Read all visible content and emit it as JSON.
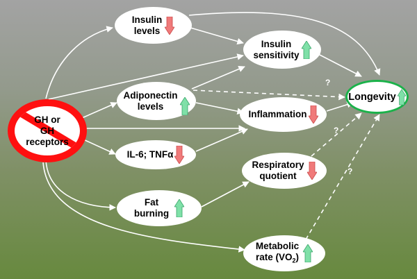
{
  "nodes": {
    "gh": {
      "label_line1": "GH or",
      "label_line2": "GH",
      "label_line3": "receptors"
    },
    "insulin_levels": {
      "line1": "Insulin",
      "line2": "levels",
      "direction": "down"
    },
    "insulin_sensitivity": {
      "line1": "Insulin",
      "line2": "sensitivity",
      "direction": "up"
    },
    "adiponectin": {
      "line1": "Adiponectin",
      "line2": "levels",
      "direction": "up"
    },
    "inflammation": {
      "line1": "Inflammation",
      "direction": "down"
    },
    "il6": {
      "line1": "IL-6; TNFα",
      "direction": "down"
    },
    "respiratory": {
      "line1": "Respiratory",
      "line2": "quotient",
      "direction": "down"
    },
    "fat": {
      "line1": "Fat",
      "line2": "burning",
      "direction": "up"
    },
    "metabolic": {
      "line1": "Metabolic",
      "line2_prefix": "rate (VO",
      "line2_sub": "2",
      "line2_suffix": ")",
      "direction": "up"
    },
    "longevity": {
      "line1": "Longevity",
      "direction": "up"
    }
  },
  "question_marks": [
    "?",
    "?",
    "?"
  ],
  "colors": {
    "up_arrow": "#7fe0a8",
    "down_arrow": "#f07a7a",
    "inhibit_sign": "#ff1010",
    "longevity_border": "#1bb24a",
    "edge": "#ffffff"
  }
}
